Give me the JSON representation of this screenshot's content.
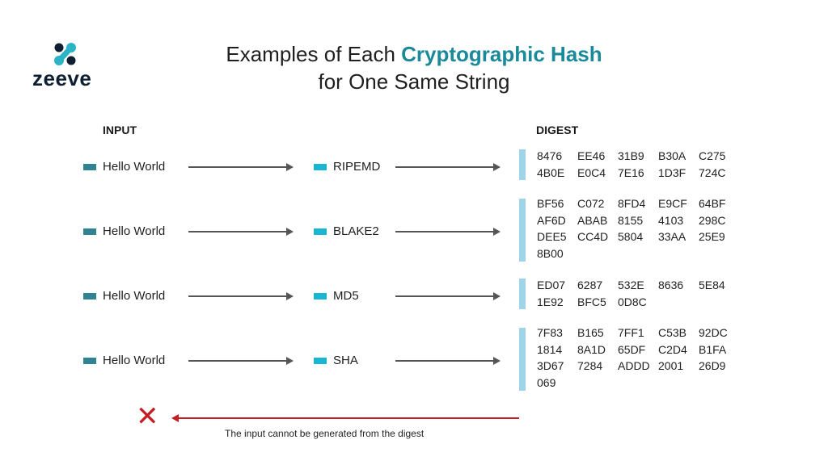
{
  "brand": {
    "name": "zeeve",
    "mark_icon": "zeeve-logo-icon"
  },
  "title": {
    "prefix": "Examples of Each ",
    "accent": "Cryptographic Hash",
    "line2": "for One Same String"
  },
  "headers": {
    "input": "INPUT",
    "digest": "DIGEST"
  },
  "colors": {
    "input_square": "#2e8492",
    "algo_square": "#19b6d2",
    "digest_bar": "#9ed6e8",
    "accent": "#1a8a9a",
    "red": "#c41e24"
  },
  "rows": [
    {
      "input": "Hello World",
      "algorithm": "RIPEMD",
      "digest": [
        [
          "8476",
          "EE46",
          "31B9",
          "B30A",
          "C275"
        ],
        [
          "4B0E",
          "E0C4",
          "7E16",
          "1D3F",
          "724C"
        ]
      ]
    },
    {
      "input": "Hello World",
      "algorithm": "BLAKE2",
      "digest": [
        [
          "BF56",
          "C072",
          "8FD4",
          "E9CF",
          "64BF"
        ],
        [
          "AF6D",
          "ABAB",
          "8155",
          "4103",
          "298C"
        ],
        [
          "DEE5",
          "CC4D",
          "5804",
          "33AA",
          "25E9"
        ],
        [
          "8B00"
        ]
      ]
    },
    {
      "input": "Hello World",
      "algorithm": "MD5",
      "digest": [
        [
          "ED07",
          "6287",
          "532E",
          "8636",
          "5E84"
        ],
        [
          "1E92",
          "BFC5",
          "0D8C"
        ]
      ]
    },
    {
      "input": "Hello World",
      "algorithm": "SHA",
      "digest": [
        [
          "7F83",
          "B165",
          "7FF1",
          "C53B",
          "92DC"
        ],
        [
          "1814",
          "8A1D",
          "65DF",
          "C2D4",
          "B1FA"
        ],
        [
          "3D67",
          "7284",
          "ADDD",
          "2001",
          "26D9"
        ],
        [
          "069"
        ]
      ]
    }
  ],
  "footer": {
    "icon": "cross-icon",
    "note": "The input cannot be generated from the digest"
  }
}
